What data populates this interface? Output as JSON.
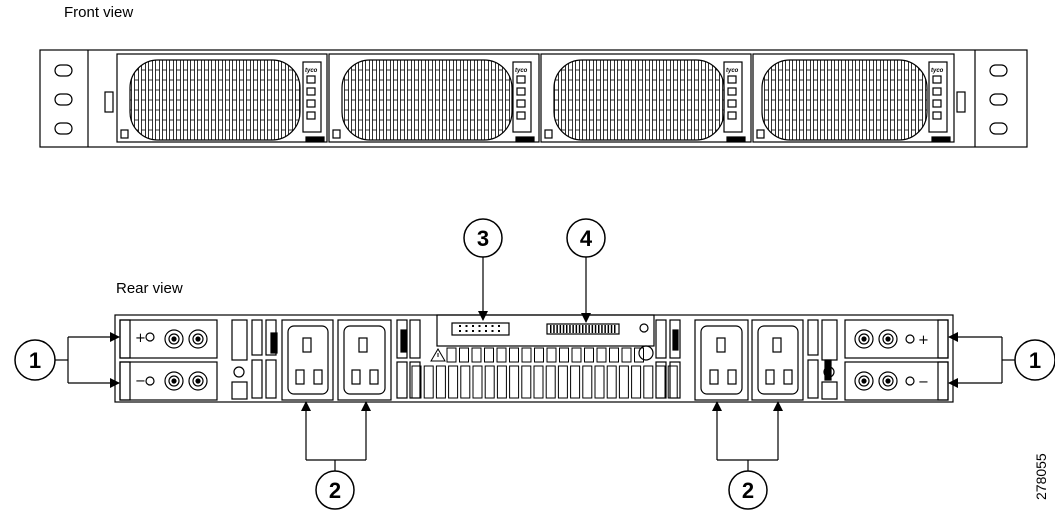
{
  "labels": {
    "front_view": "Front view",
    "rear_view": "Rear view",
    "figure_id": "278055"
  },
  "brand": "tyco",
  "callouts": {
    "c1": "1",
    "c2": "2",
    "c3": "3",
    "c4": "4"
  },
  "polarity": {
    "plus": "+",
    "minus": "−"
  }
}
